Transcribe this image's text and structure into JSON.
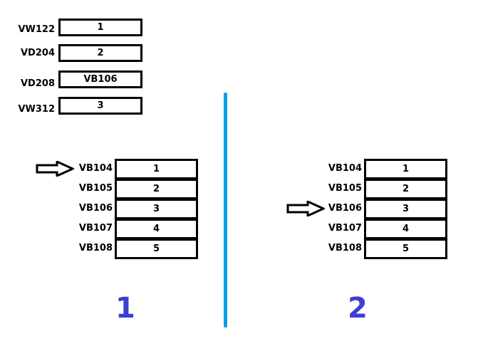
{
  "diagram": {
    "title": "Array element insertion / memory block diagram",
    "background_color": "#ffffff",
    "divider_color": "#0aa1e8",
    "box_border_color": "#000000",
    "number_color": "#3b3fd4"
  },
  "top_group": {
    "rows": [
      {
        "label": "VW122",
        "value": "1"
      },
      {
        "label": "VD204",
        "value": "2"
      },
      {
        "label": "VD208",
        "value": "VB106"
      },
      {
        "label": "VW312",
        "value": "3"
      }
    ]
  },
  "panel_left": {
    "caption": "1",
    "arrow_icon": "right-arrow-icon",
    "arrow_target_label": "VB104",
    "rows": [
      {
        "label": "VB104",
        "value": "1"
      },
      {
        "label": "VB105",
        "value": "2"
      },
      {
        "label": "VB106",
        "value": "3"
      },
      {
        "label": "VB107",
        "value": "4"
      },
      {
        "label": "VB108",
        "value": "5"
      }
    ]
  },
  "panel_right": {
    "caption": "2",
    "arrow_icon": "right-arrow-icon",
    "arrow_target_label": "VB106",
    "rows": [
      {
        "label": "VB104",
        "value": "1"
      },
      {
        "label": "VB105",
        "value": "2"
      },
      {
        "label": "VB106",
        "value": "3"
      },
      {
        "label": "VB107",
        "value": "4"
      },
      {
        "label": "VB108",
        "value": "5"
      }
    ]
  }
}
